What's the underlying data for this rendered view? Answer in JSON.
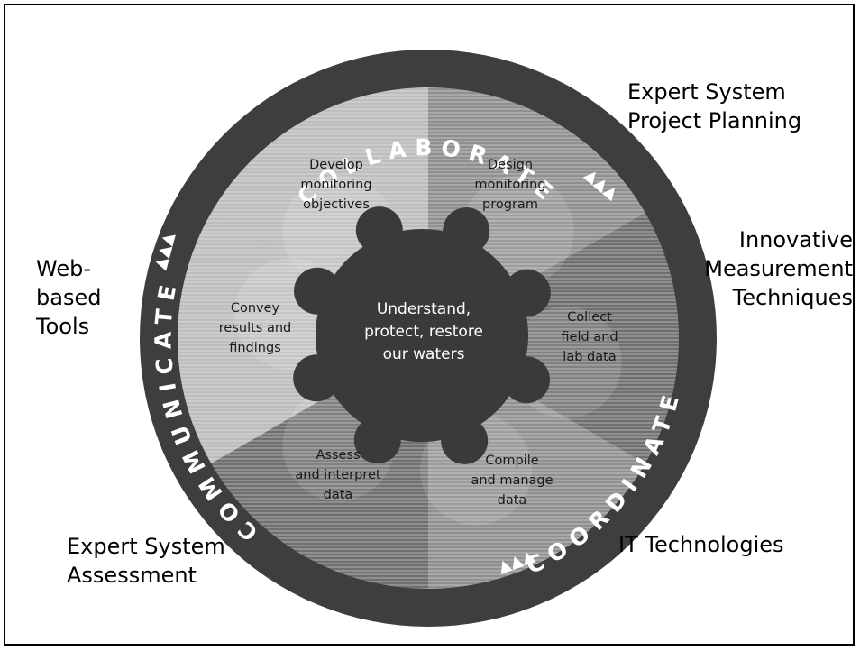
{
  "corner_labels": {
    "top_right": "Expert System\nProject Planning",
    "right": "Innovative\nMeasurement\nTechniques",
    "left": "Web-\nbased\nTools",
    "bottom_left": "Expert System\nAssessment",
    "bottom_right": "IT Technologies"
  },
  "ring": {
    "top": "COLLABORATE",
    "right": "COORDINATE",
    "left": "COMMUNICATE",
    "arrows": "▲▲▲"
  },
  "hub": {
    "line1": "Understand,",
    "line2": "protect, restore",
    "line3": "our waters"
  },
  "steps": [
    {
      "line1": "Develop",
      "line2": "monitoring",
      "line3": "objectives"
    },
    {
      "line1": "Design",
      "line2": "monitoring",
      "line3": "program"
    },
    {
      "line1": "Collect",
      "line2": "field and",
      "line3": "lab data"
    },
    {
      "line1": "Compile",
      "line2": "and manage",
      "line3": "data"
    },
    {
      "line1": "Assess",
      "line2": "and interpret",
      "line3": "data"
    },
    {
      "line1": "Convey",
      "line2": "results and",
      "line3": "findings"
    }
  ],
  "colors": {
    "ring": "#3e3e3e",
    "segment_light": "#bdbdbd",
    "segment_mid": "#8f8f8f",
    "segment_dark": "#6f6f6f",
    "hub": "#3a3a3a"
  }
}
